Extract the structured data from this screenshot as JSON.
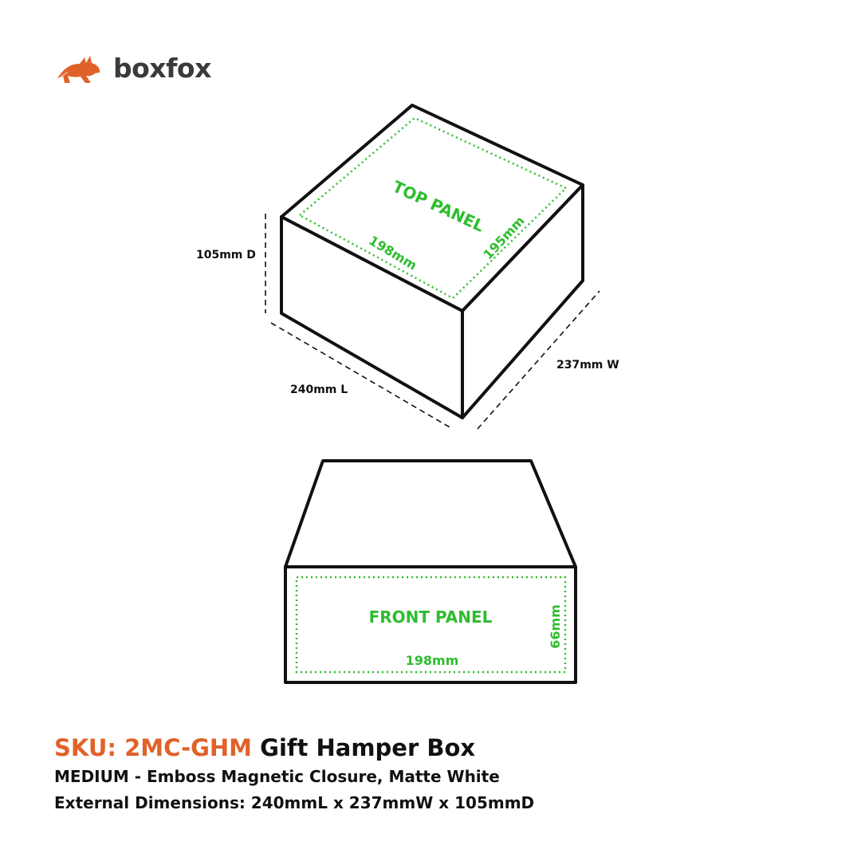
{
  "brand": {
    "name": "boxfox",
    "logo_icon": "fox-icon",
    "logo_color": "#e0622a"
  },
  "diagram": {
    "box_dimensions": {
      "depth": "105mm D",
      "length": "240mm L",
      "width": "237mm W"
    },
    "top_panel": {
      "label": "TOP PANEL",
      "length": "198mm",
      "width": "195mm"
    },
    "front_panel": {
      "label": "FRONT PANEL",
      "width": "198mm",
      "height": "66mm"
    },
    "panel_color": "#2ebd2e",
    "line_color": "#111111"
  },
  "product": {
    "sku": "SKU: 2MC-GHM",
    "name": "Gift Hamper Box",
    "description": "MEDIUM - Emboss Magnetic Closure, Matte White",
    "dimensions": "External Dimensions: 240mmL x 237mmW x 105mmD",
    "sku_color": "#e0622a"
  }
}
